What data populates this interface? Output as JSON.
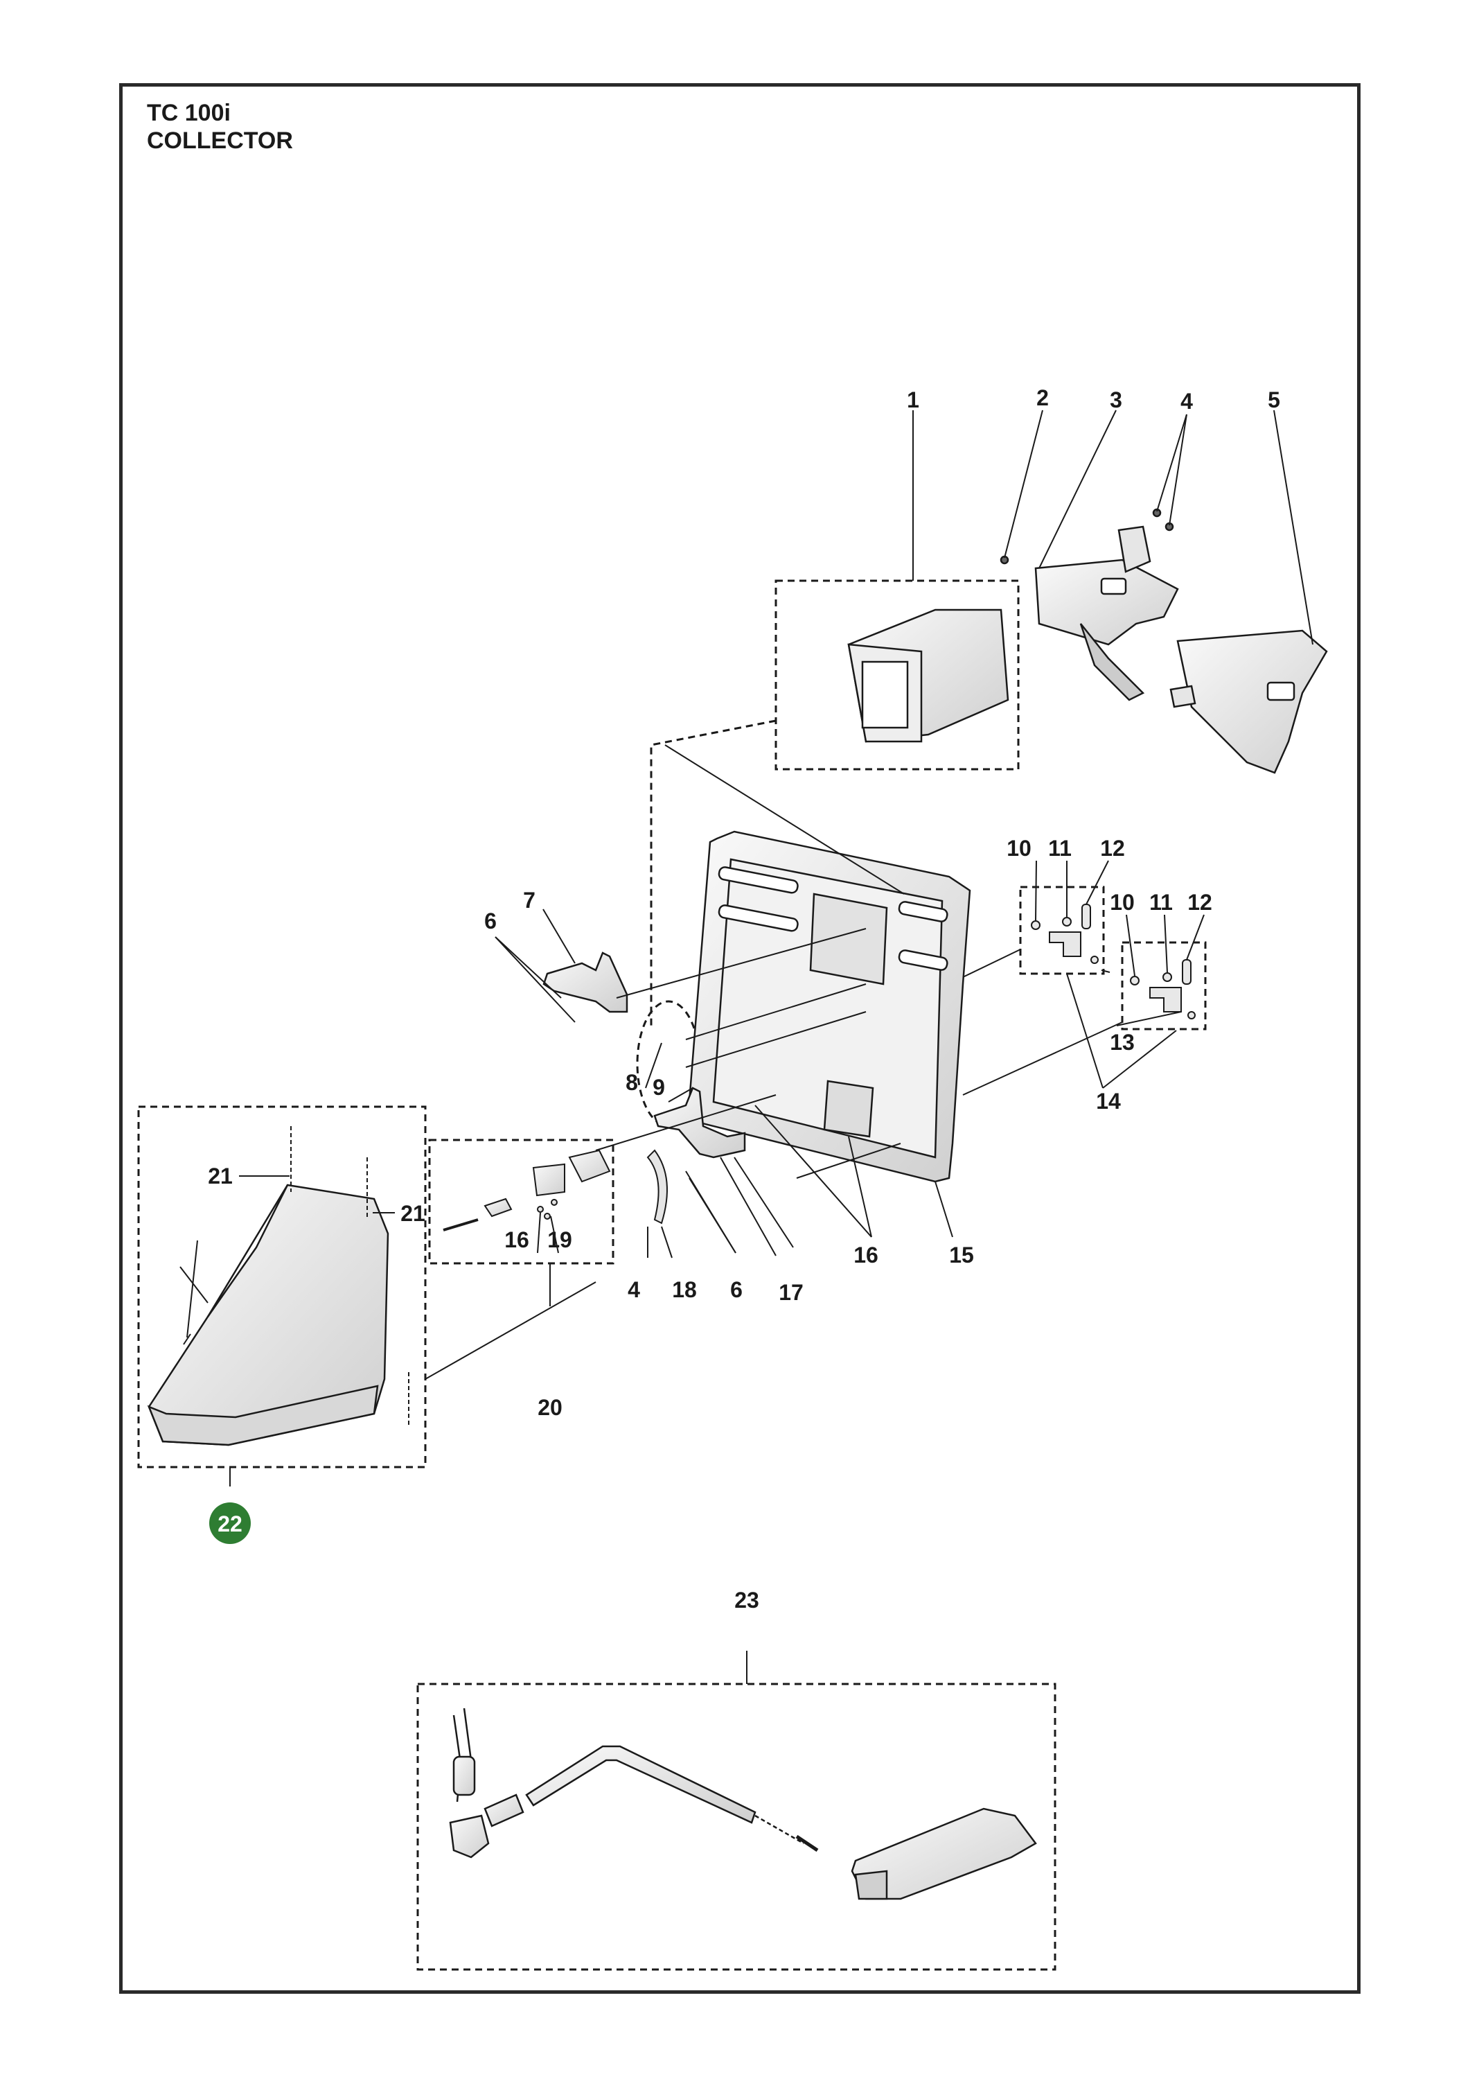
{
  "header": {
    "model": "TC 100i",
    "section": "COLLECTOR"
  },
  "callouts": [
    {
      "id": "c1",
      "text": "1"
    },
    {
      "id": "c2",
      "text": "2"
    },
    {
      "id": "c3",
      "text": "3"
    },
    {
      "id": "c4a",
      "text": "4"
    },
    {
      "id": "c5",
      "text": "5"
    },
    {
      "id": "c10a",
      "text": "10"
    },
    {
      "id": "c11a",
      "text": "11"
    },
    {
      "id": "c12a",
      "text": "12"
    },
    {
      "id": "c10b",
      "text": "10"
    },
    {
      "id": "c11b",
      "text": "11"
    },
    {
      "id": "c12b",
      "text": "12"
    },
    {
      "id": "c7",
      "text": "7"
    },
    {
      "id": "c6a",
      "text": "6"
    },
    {
      "id": "c13",
      "text": "13"
    },
    {
      "id": "c14",
      "text": "14"
    },
    {
      "id": "c8",
      "text": "8"
    },
    {
      "id": "c9",
      "text": "9"
    },
    {
      "id": "c21a",
      "text": "21"
    },
    {
      "id": "c21b",
      "text": "21"
    },
    {
      "id": "c16a",
      "text": "16"
    },
    {
      "id": "c19",
      "text": "19"
    },
    {
      "id": "c16b",
      "text": "16"
    },
    {
      "id": "c15",
      "text": "15"
    },
    {
      "id": "c4b",
      "text": "4"
    },
    {
      "id": "c18",
      "text": "18"
    },
    {
      "id": "c6b",
      "text": "6"
    },
    {
      "id": "c17",
      "text": "17"
    },
    {
      "id": "c20",
      "text": "20"
    },
    {
      "id": "c23",
      "text": "23"
    }
  ],
  "badge": {
    "text": "22",
    "color": "#2e7d32"
  },
  "colors": {
    "line": "#1a1a1a",
    "part_fill": "#f4f4f4",
    "part_shade": "#d9d9d9"
  }
}
